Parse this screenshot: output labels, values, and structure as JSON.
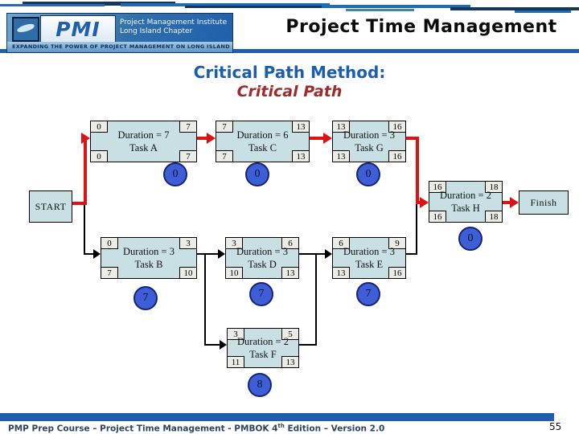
{
  "colors": {
    "accent_blue": "#1F5FAD",
    "subtitle_blue": "#1B5EAE",
    "subtitle_red": "#9E2A2B",
    "critical_path_red": "#DE1212",
    "task_fill": "#C8E0E4",
    "float_circle_blue": "#3E5ED8"
  },
  "header": {
    "logo": {
      "pmi": "PMI",
      "org_line1": "Project Management Institute",
      "org_line2": "Long Island Chapter",
      "tagline": "Expanding the Power of Project Management on Long Island"
    },
    "title": "Project Time Management"
  },
  "subtitle": {
    "line1": "Critical Path Method:",
    "line2": "Critical Path"
  },
  "diagram": {
    "start_label": "START",
    "finish_label": "Finish",
    "tasks": [
      {
        "id": "A",
        "name": "Task A",
        "duration_label": "Duration = 7",
        "es": "0",
        "ef": "7",
        "ls": "0",
        "lf": "7",
        "float": "0",
        "critical": true
      },
      {
        "id": "B",
        "name": "Task B",
        "duration_label": "Duration = 3",
        "es": "0",
        "ef": "3",
        "ls": "7",
        "lf": "10",
        "float": "7",
        "critical": false
      },
      {
        "id": "C",
        "name": "Task C",
        "duration_label": "Duration = 6",
        "es": "7",
        "ef": "13",
        "ls": "7",
        "lf": "13",
        "float": "0",
        "critical": true
      },
      {
        "id": "D",
        "name": "Task D",
        "duration_label": "Duration = 3",
        "es": "3",
        "ef": "6",
        "ls": "10",
        "lf": "13",
        "float": "7",
        "critical": false
      },
      {
        "id": "E",
        "name": "Task E",
        "duration_label": "Duration = 3",
        "es": "6",
        "ef": "9",
        "ls": "13",
        "lf": "16",
        "float": "7",
        "critical": false
      },
      {
        "id": "F",
        "name": "Task F",
        "duration_label": "Duration = 2",
        "es": "3",
        "ef": "5",
        "ls": "11",
        "lf": "13",
        "float": "8",
        "critical": false
      },
      {
        "id": "G",
        "name": "Task G",
        "duration_label": "Duration = 3",
        "es": "13",
        "ef": "16",
        "ls": "13",
        "lf": "16",
        "float": "0",
        "critical": true
      },
      {
        "id": "H",
        "name": "Task H",
        "duration_label": "Duration = 2",
        "es": "16",
        "ef": "18",
        "ls": "16",
        "lf": "18",
        "float": "0",
        "critical": true
      }
    ]
  },
  "footer": {
    "text_part1": "PMP Prep Course – Project Time Management - PMBOK 4",
    "text_sup": "th",
    "text_part2": " Edition – Version 2.0",
    "page_number": "55"
  }
}
